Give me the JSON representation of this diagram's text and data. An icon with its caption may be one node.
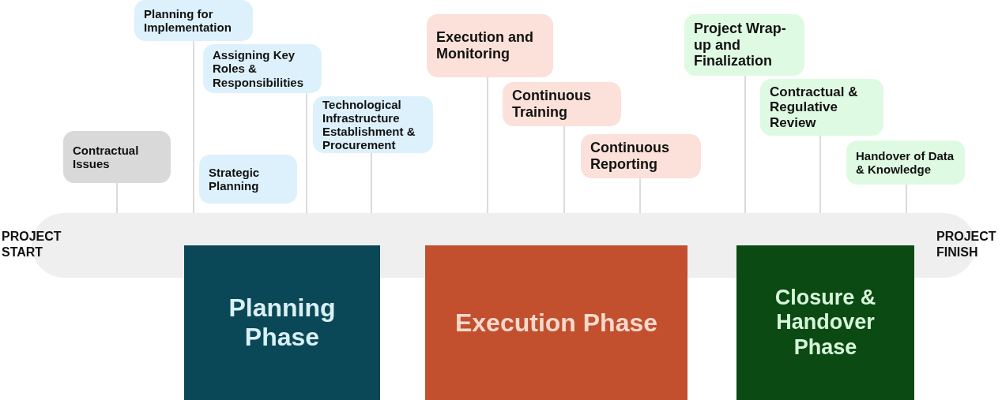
{
  "diagram": {
    "nodes": [
      {
        "text": [],
        "shape": "bar"
      },
      {
        "text": [
          "Contractual Issues"
        ]
      },
      {
        "text": [
          "Planning for Implementation"
        ]
      },
      {
        "text": [
          "Assigning Key Roles & Responsibilities"
        ]
      },
      {
        "text": [
          "Technological Infrastructure Establishment & Procurement"
        ]
      },
      {
        "text": [
          "Strategic Planning"
        ]
      },
      {
        "text": [
          "Execution and Monitoring"
        ]
      },
      {
        "text": [
          "Continuous Training"
        ]
      },
      {
        "text": [
          "Continuous Reporting"
        ]
      },
      {
        "text": [
          "Project Wrap-up and Finalization"
        ]
      },
      {
        "text": [
          "Contractual & Regulative Review"
        ]
      },
      {
        "text": [
          "Handover of Data & Knowledge"
        ]
      },
      {
        "text": [
          "Planning Phase"
        ]
      },
      {
        "text": [
          "Execution Phase"
        ]
      },
      {
        "text": [
          "Closure & Handover Phase"
        ]
      }
    ],
    "edges": [
      {
        "from": 1,
        "to": 0,
        "arrow": "none"
      },
      {
        "from": 2,
        "to": 0,
        "arrow": "none"
      },
      {
        "from": 3,
        "to": 0,
        "arrow": "none"
      },
      {
        "from": 4,
        "to": 0,
        "arrow": "none"
      },
      {
        "from": 6,
        "to": 0,
        "arrow": "none"
      },
      {
        "from": 7,
        "to": 0,
        "arrow": "none"
      },
      {
        "from": 8,
        "to": 0,
        "arrow": "none"
      },
      {
        "from": 9,
        "to": 0,
        "arrow": "none"
      },
      {
        "from": 10,
        "to": 0,
        "arrow": "none"
      },
      {
        "from": 11,
        "to": 0,
        "arrow": "none"
      }
    ],
    "labels": [
      "PROJECT START",
      "PROJECT FINISH"
    ]
  }
}
